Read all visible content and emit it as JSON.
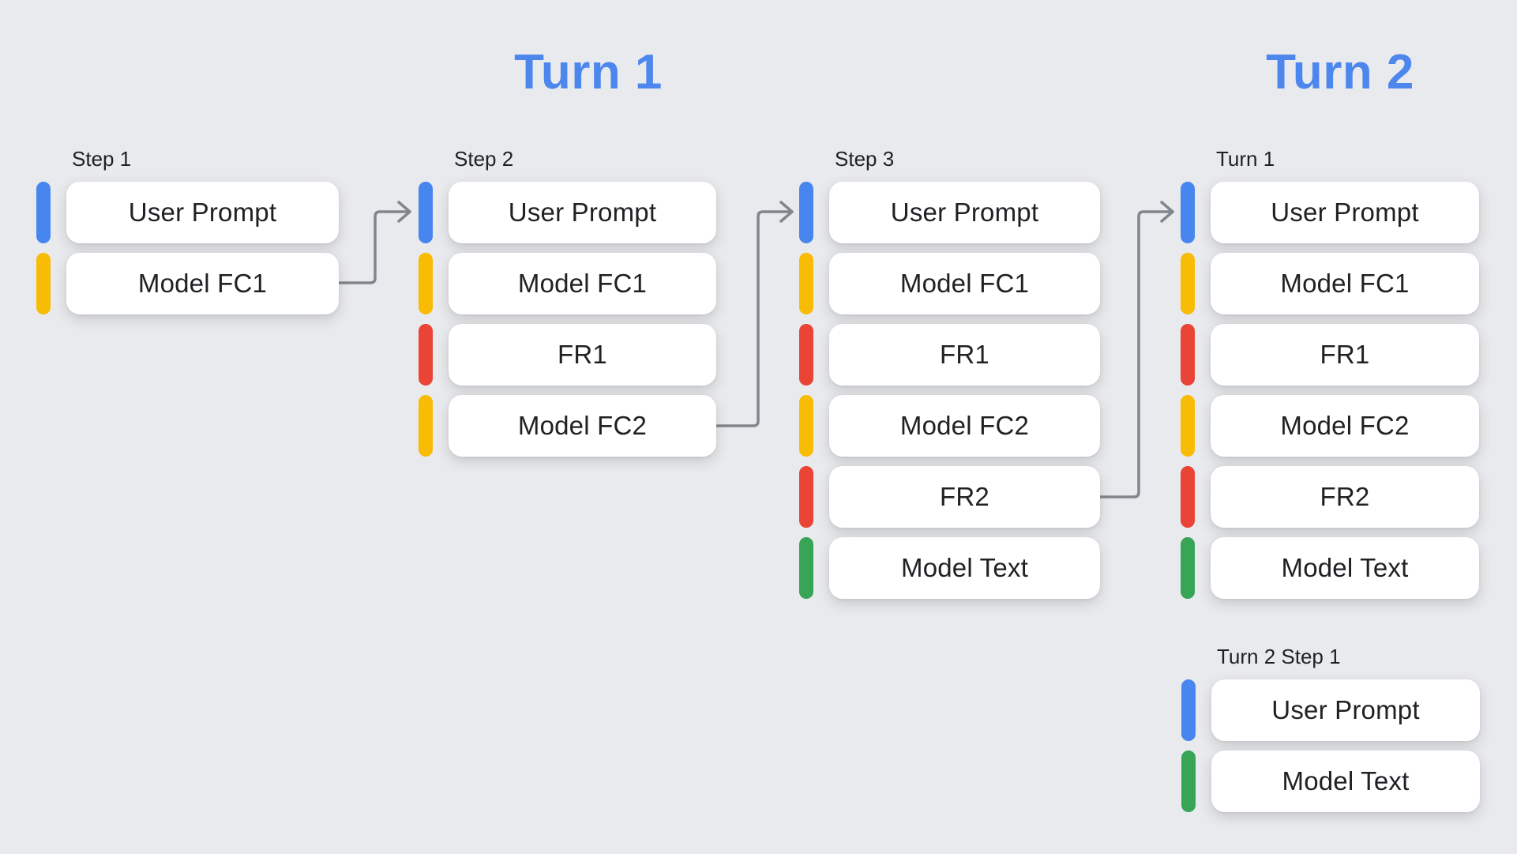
{
  "colors": {
    "background": "#E9EAED",
    "card": "#FFFFFF",
    "text": "#202124",
    "heading": "#4D87EE",
    "blue": "#4886EF",
    "yellow": "#F9BC04",
    "red": "#E94435",
    "green": "#37A456",
    "connector": "#80868B"
  },
  "headings": {
    "turn1": "Turn 1",
    "turn2": "Turn 2"
  },
  "groups": [
    {
      "label": "Step 1",
      "items": [
        {
          "label": "User Prompt",
          "color": "blue"
        },
        {
          "label": "Model FC1",
          "color": "yellow"
        }
      ]
    },
    {
      "label": "Step 2",
      "items": [
        {
          "label": "User Prompt",
          "color": "blue"
        },
        {
          "label": "Model FC1",
          "color": "yellow"
        },
        {
          "label": "FR1",
          "color": "red"
        },
        {
          "label": "Model FC2",
          "color": "yellow"
        }
      ]
    },
    {
      "label": "Step 3",
      "items": [
        {
          "label": "User Prompt",
          "color": "blue"
        },
        {
          "label": "Model FC1",
          "color": "yellow"
        },
        {
          "label": "FR1",
          "color": "red"
        },
        {
          "label": "Model FC2",
          "color": "yellow"
        },
        {
          "label": "FR2",
          "color": "red"
        },
        {
          "label": "Model Text",
          "color": "green"
        }
      ]
    },
    {
      "label": "Turn 1",
      "items": [
        {
          "label": "User Prompt",
          "color": "blue"
        },
        {
          "label": "Model FC1",
          "color": "yellow"
        },
        {
          "label": "FR1",
          "color": "red"
        },
        {
          "label": "Model FC2",
          "color": "yellow"
        },
        {
          "label": "FR2",
          "color": "red"
        },
        {
          "label": "Model Text",
          "color": "green"
        }
      ]
    },
    {
      "label": "Turn 2 Step 1",
      "items": [
        {
          "label": "User Prompt",
          "color": "blue"
        },
        {
          "label": "Model Text",
          "color": "green"
        }
      ]
    }
  ],
  "connectors": [
    {
      "from": "Step 1 / Model FC1",
      "to": "Step 2 / User Prompt"
    },
    {
      "from": "Step 2 / Model FC2",
      "to": "Step 3 / User Prompt"
    },
    {
      "from": "Step 3 / FR2",
      "to": "Turn 1 / User Prompt"
    }
  ]
}
